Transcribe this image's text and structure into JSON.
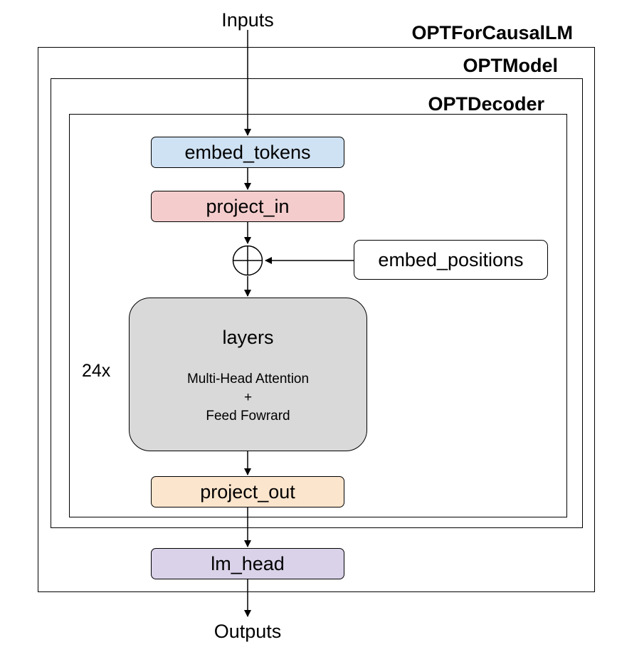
{
  "diagram": {
    "containers": {
      "causal_lm": "OPTForCausalLM",
      "model": "OPTModel",
      "decoder": "OPTDecoder"
    },
    "io": {
      "inputs": "Inputs",
      "outputs": "Outputs"
    },
    "modules": {
      "embed_tokens": "embed_tokens",
      "project_in": "project_in",
      "embed_positions": "embed_positions",
      "project_out": "project_out",
      "lm_head": "lm_head"
    },
    "layers": {
      "title": "layers",
      "repeat": "24x",
      "line1": "Multi-Head Attention",
      "line2": "+",
      "line3": "Feed Fowrard"
    },
    "colors": {
      "embed_tokens": "#cfe2f3",
      "project_in": "#f4cccc",
      "layers": "#d9d9d9",
      "project_out": "#fce5cd",
      "lm_head": "#d9d2e9",
      "embed_positions": "#ffffff",
      "line": "#000000"
    }
  }
}
